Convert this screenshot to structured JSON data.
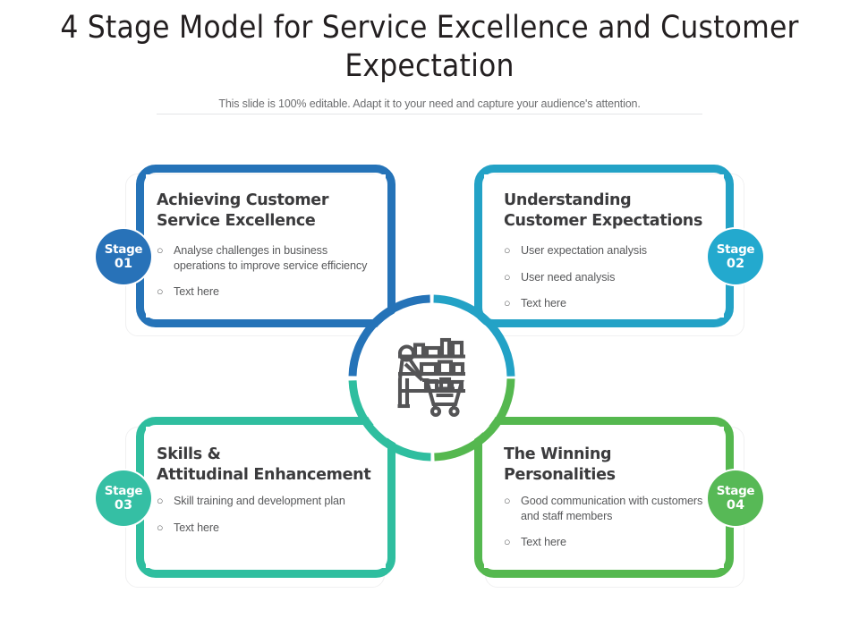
{
  "header": {
    "title": "4 Stage Model for Service Excellence and Customer Expectation",
    "subtitle": "This slide is 100% editable. Adapt it to your need and capture your audience's attention."
  },
  "center": {
    "icon": "shopper-with-cart-icon",
    "ring_colors": {
      "top_left": "#2573B8",
      "top_right": "#23A2C6",
      "bottom_left": "#2FBE9F",
      "bottom_right": "#55B84F"
    }
  },
  "bullet_mark": "○",
  "stages": [
    {
      "badge_word": "Stage",
      "badge_number": "01",
      "title": "Achieving Customer Service Excellence",
      "title_line1": "Achieving Customer",
      "title_line2": "Service Excellence",
      "color": "#2573B8",
      "badge_color": "#2872B8",
      "bullets": [
        "Analyse challenges in business operations to improve service efficiency",
        "Text here"
      ]
    },
    {
      "badge_word": "Stage",
      "badge_number": "02",
      "title": "Understanding Customer Expectations",
      "title_line1": "Understanding",
      "title_line2": "Customer Expectations",
      "color": "#23A2C6",
      "badge_color": "#23A9CE",
      "bullets": [
        "User expectation analysis",
        "User need analysis",
        "Text here"
      ]
    },
    {
      "badge_word": "Stage",
      "badge_number": "03",
      "title": "Skills & Attitudinal Enhancement",
      "title_line1": "Skills &",
      "title_line2": "Attitudinal Enhancement",
      "color": "#2FBE9F",
      "badge_color": "#35BFA4",
      "bullets": [
        "Skill training and development plan",
        "Text here"
      ]
    },
    {
      "badge_word": "Stage",
      "badge_number": "04",
      "title": "The Winning Personalities",
      "title_line1": "The Winning",
      "title_line2": "Personalities",
      "color": "#55B84F",
      "badge_color": "#57B956",
      "bullets": [
        "Good communication with customers and staff members",
        "Text here"
      ]
    }
  ]
}
